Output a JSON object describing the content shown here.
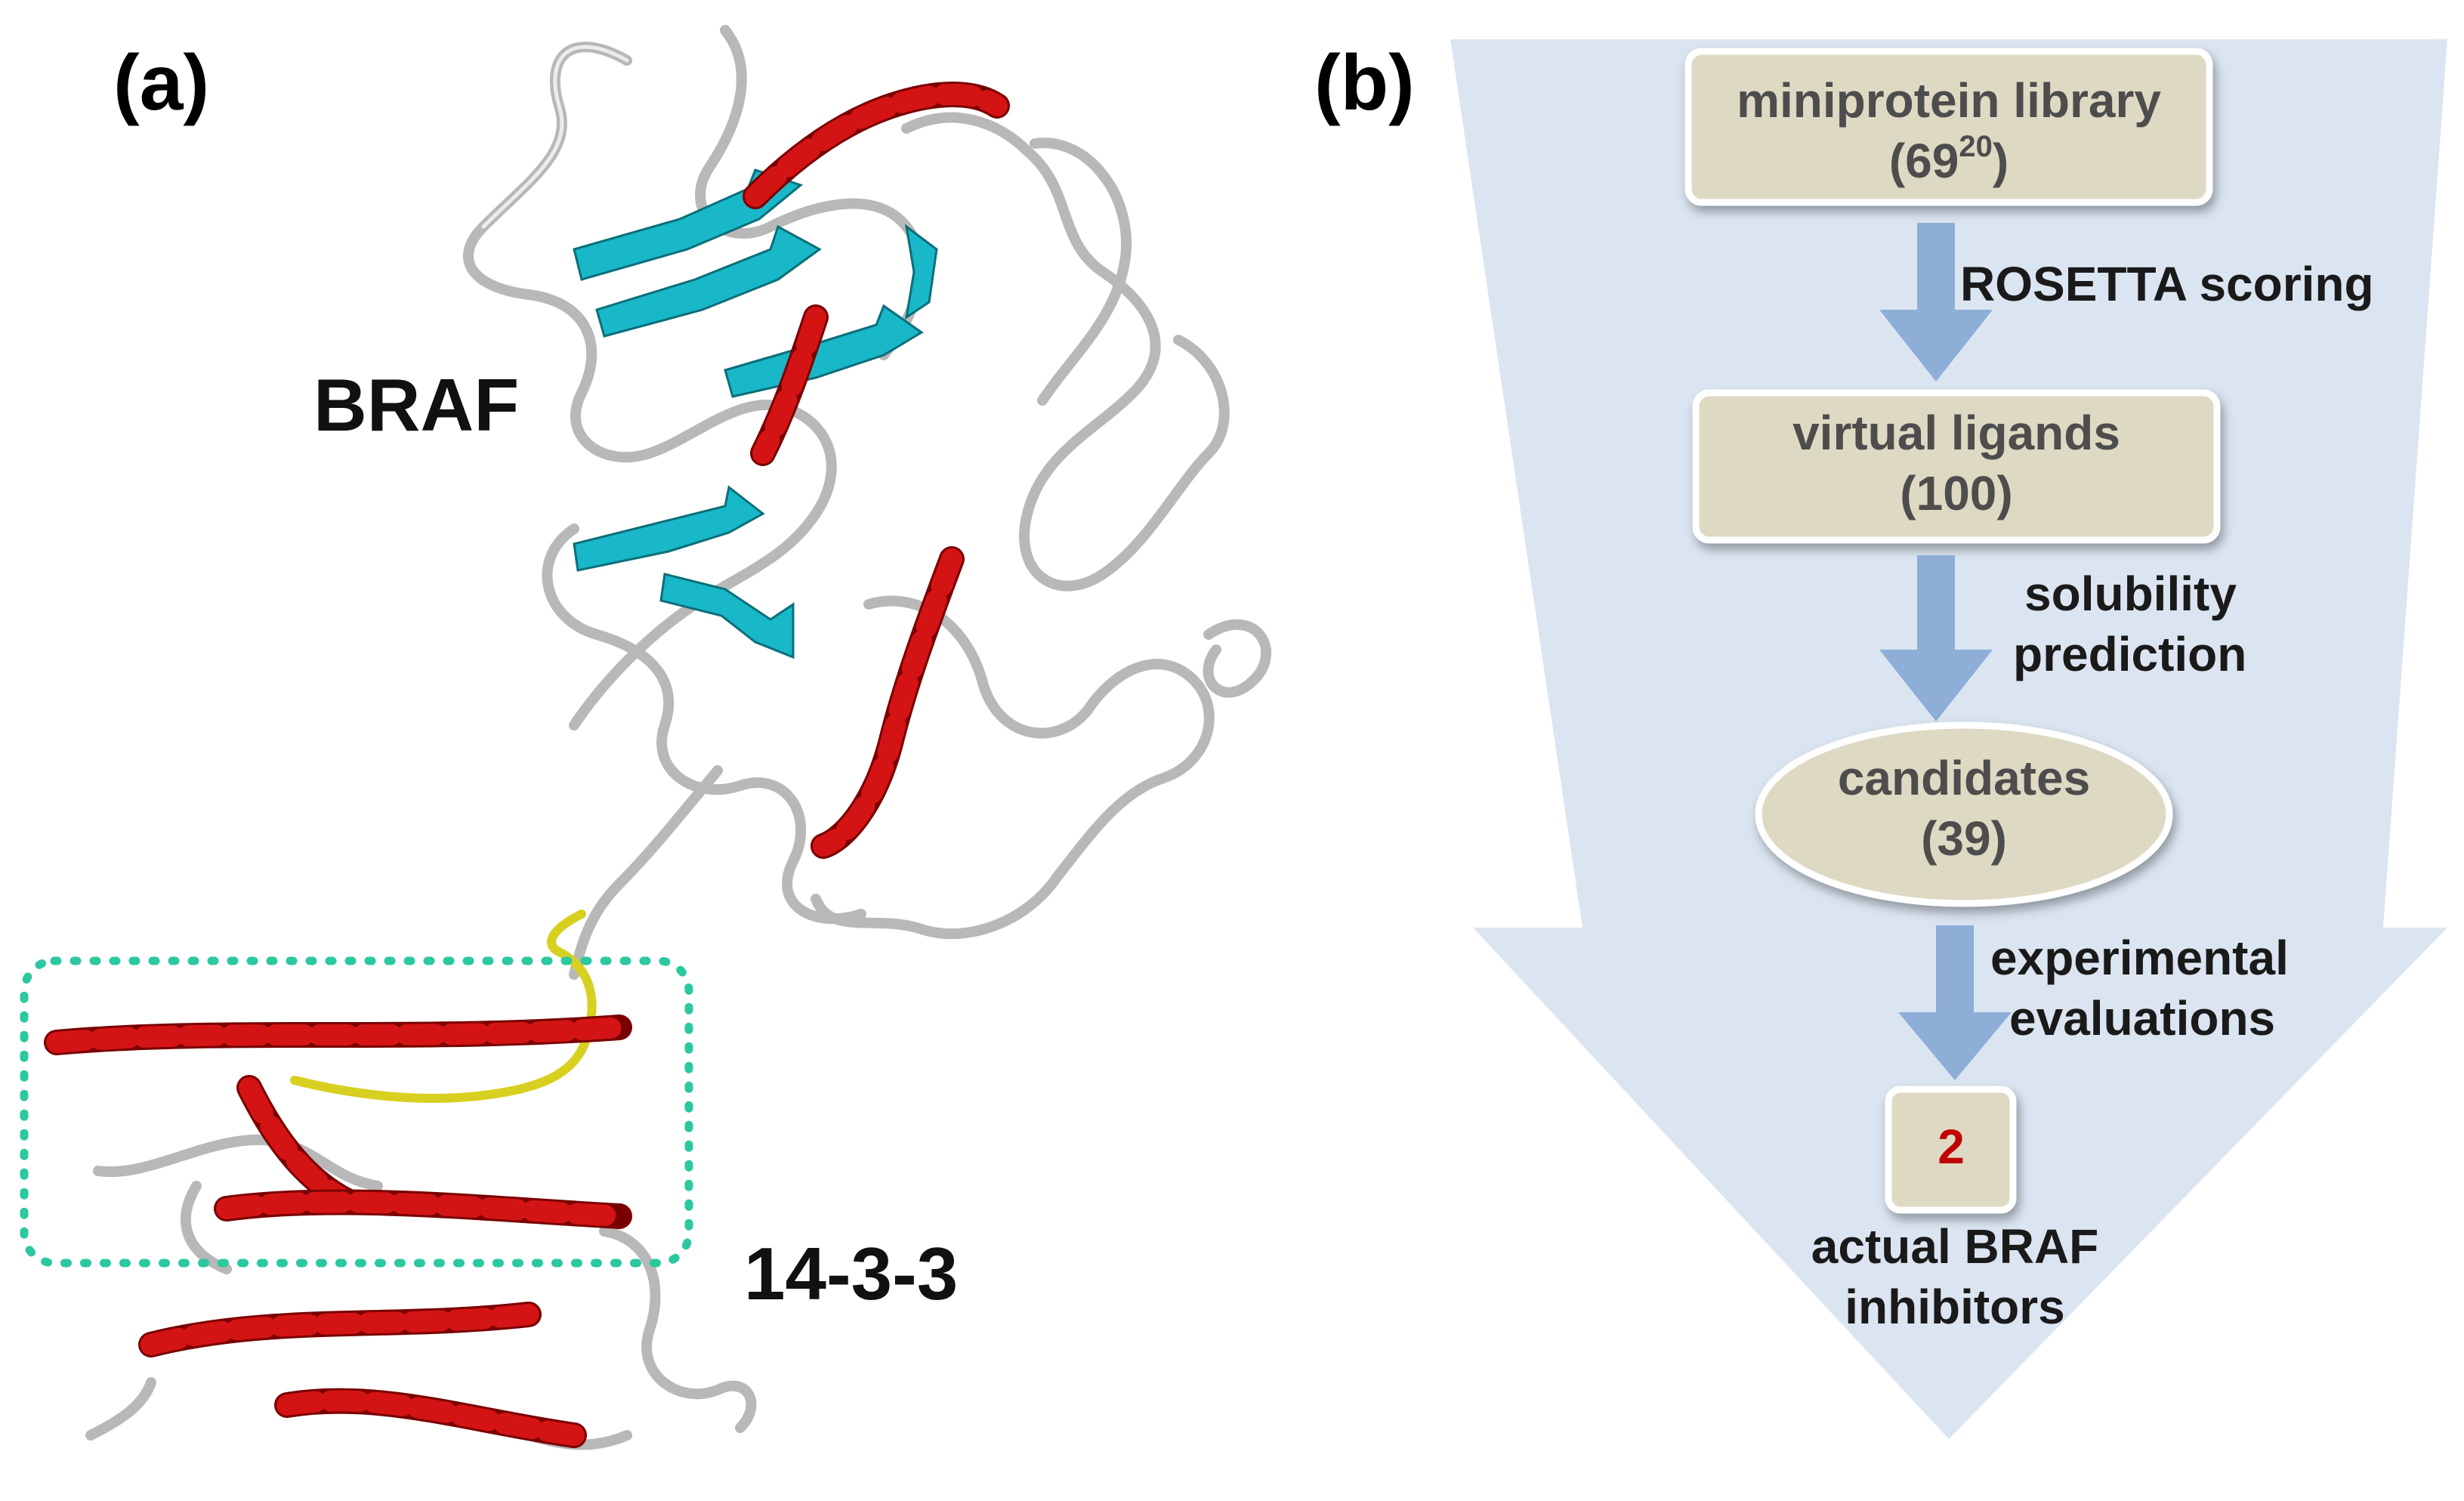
{
  "panel_a": {
    "label": "(a)",
    "braf_label": "BRAF",
    "complex_label": "14-3-3"
  },
  "panel_b": {
    "label": "(b)",
    "library": {
      "name": "miniprotein library",
      "count_base": "69",
      "count_exp": "20"
    },
    "step1": "ROSETTA scoring",
    "virtual": {
      "name": "virtual ligands",
      "count": "(100)"
    },
    "step2_line1": "solubility",
    "step2_line2": "prediction",
    "candidates": {
      "name": "candidates",
      "count": "(39)"
    },
    "step3_line1": "experimental",
    "step3_line2": "evaluations",
    "result_count": "2",
    "result_line1": "actual BRAF",
    "result_line2": "inhibitors"
  },
  "colors": {
    "funnel": "#dbe5f1",
    "box_fill": "#ddd9c3",
    "arrow": "#8eaed8",
    "helix": "#d41414",
    "sheet": "#19b8c8",
    "coil": "#b8b8b8",
    "linker": "#d8d020",
    "dotted_box": "#2cc8a0",
    "result_number": "#c00000"
  }
}
